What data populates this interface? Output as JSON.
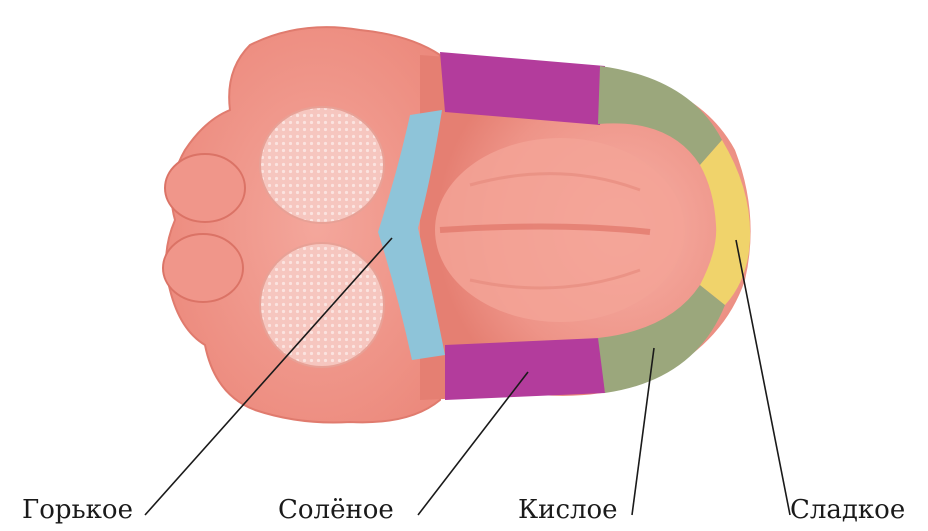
{
  "labels": {
    "bitter": "Горькое",
    "salty": "Солёное",
    "sour": "Кислое",
    "sweet": "Сладкое"
  },
  "colors": {
    "background": "#ffffff",
    "tongue": "#f19a8f",
    "tongue_dark": "#e3786c",
    "papillae": "#f6c8c0",
    "bitter_zone": "#8dc3d8",
    "salty_zone": "#b23a9a",
    "sour_zone": "#9aa57c",
    "sweet_zone": "#f0d26a",
    "leader_line": "#1a1a1a"
  }
}
